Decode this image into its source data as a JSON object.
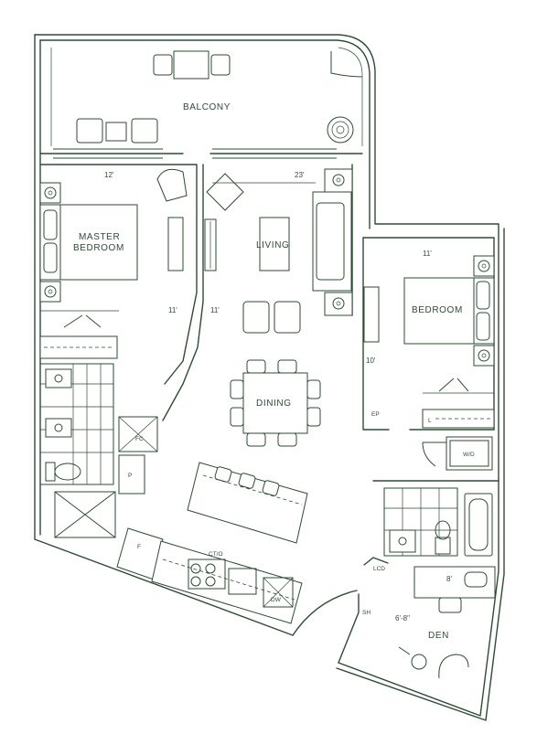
{
  "rooms": {
    "balcony": "BALCONY",
    "master_line1": "MASTER",
    "master_line2": "BEDROOM",
    "living": "LIVING",
    "bedroom": "BEDROOM",
    "dining": "DINING",
    "den": "DEN"
  },
  "dimensions": {
    "master_width": "12'",
    "master_depth": "11'",
    "living_width": "23'",
    "living_depth": "11'",
    "bedroom_width": "11'",
    "bedroom_depth": "10'",
    "den_width": "8'",
    "den_depth": "6'-8\""
  },
  "fixtures": {
    "fc": "FC",
    "p": "P",
    "f": "F",
    "ct_o": "CT/O",
    "dw": "DW",
    "ep": "EP",
    "l": "L",
    "wd": "W/D",
    "lcd": "LCD",
    "sh": "SH"
  },
  "colors": {
    "line": "#2f4a35",
    "background": "#ffffff"
  }
}
